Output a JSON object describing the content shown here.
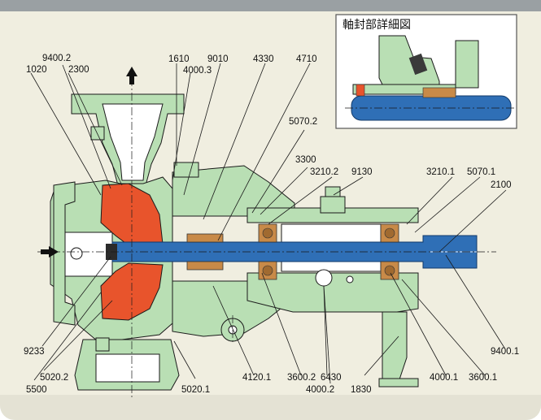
{
  "inset": {
    "title": "軸封部詳細図"
  },
  "labels": {
    "l9400_2": "9400.2",
    "l1020": "1020",
    "l2300": "2300",
    "l1610": "1610",
    "l9010": "9010",
    "l4330": "4330",
    "l4710": "4710",
    "l4000_3": "4000.3",
    "l5070_2": "5070.2",
    "l3300": "3300",
    "l3210_2": "3210.2",
    "l9130": "9130",
    "l3210_1": "3210.1",
    "l5070_1": "5070.1",
    "l2100": "2100",
    "l9233": "9233",
    "l5020_2": "5020.2",
    "l5500": "5500",
    "l5020_1": "5020.1",
    "l4120_1": "4120.1",
    "l3600_2": "3600.2",
    "l6430": "6430",
    "l4000_2": "4000.2",
    "l1830": "1830",
    "l4000_1": "4000.1",
    "l3600_1": "3600.1",
    "l9400_1": "9400.1"
  },
  "colors": {
    "casing": "#b9dfb4",
    "impeller": "#e8542c",
    "shaft": "#2f6fb6",
    "bearing": "#c88a48",
    "panel": "#f0eee0"
  },
  "icons": {
    "outlet": "arrow-up",
    "inlet": "arrow-right"
  }
}
